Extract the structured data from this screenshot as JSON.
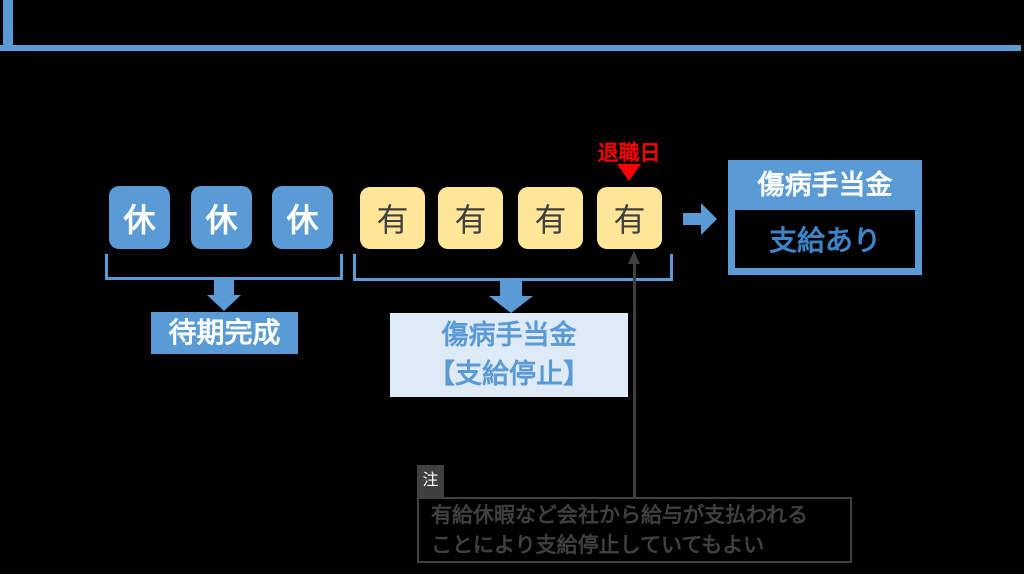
{
  "colors": {
    "accent_blue": "#5B9BD5",
    "light_blue_fill": "#DEEAF6",
    "cream_fill": "#FFE699",
    "red": "#FF0000",
    "dark_gray": "#404040",
    "white": "#FFFFFF",
    "background": "#000000"
  },
  "timeline": {
    "rest_days": [
      "休",
      "休",
      "休"
    ],
    "paid_days": [
      "有",
      "有",
      "有",
      "有"
    ],
    "retirement_day_label": "退職日"
  },
  "groups": {
    "waiting_period_label": "待期完成",
    "suspension_line1": "傷病手当金",
    "suspension_line2": "【支給停止】"
  },
  "result": {
    "title": "傷病手当金",
    "status": "支給あり"
  },
  "note": {
    "tag": "注",
    "line1": "有給休暇など会社から給与が支払われる",
    "line2": "ことにより支給停止していてもよい"
  }
}
